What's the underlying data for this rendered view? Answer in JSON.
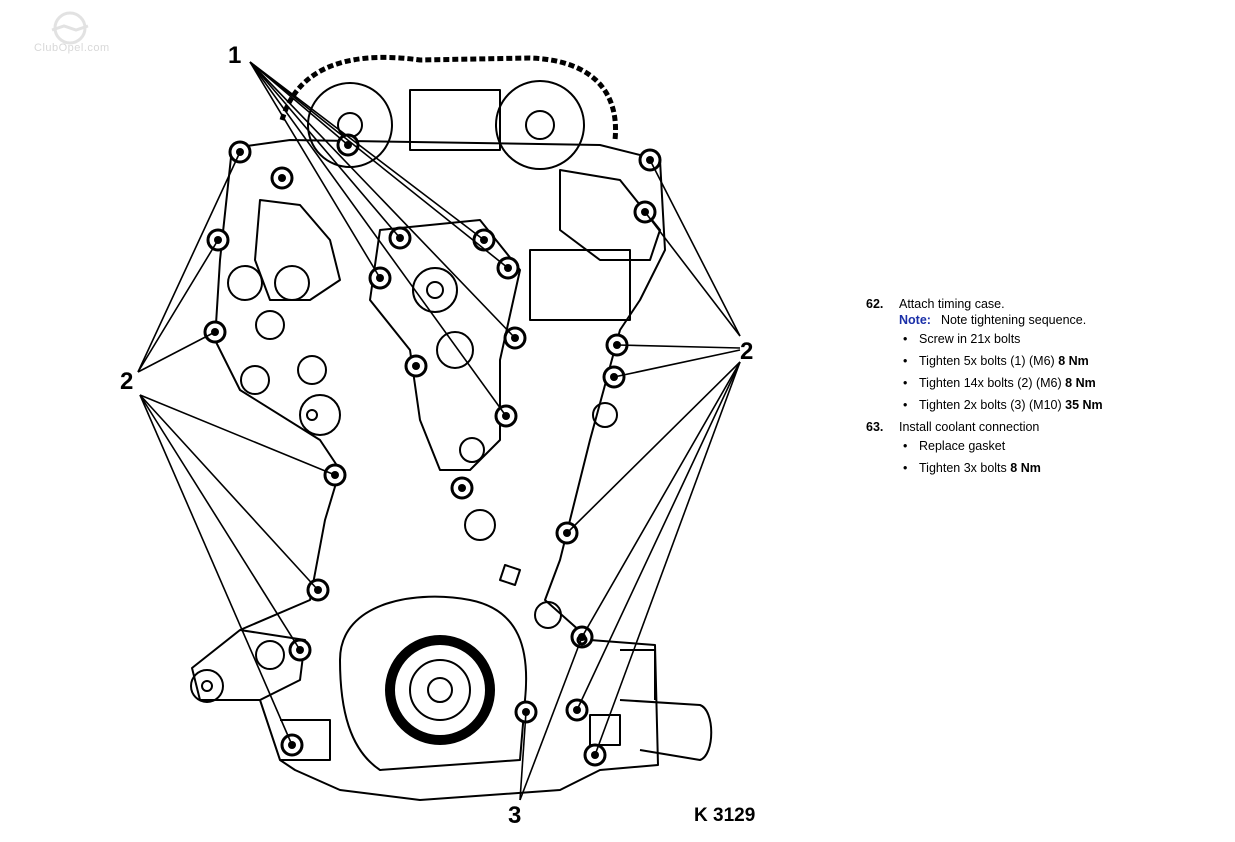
{
  "watermark": {
    "text": "ClubOpel.com"
  },
  "figure": {
    "code": "K 3129",
    "callouts": {
      "one": "1",
      "two": "2",
      "three": "3"
    }
  },
  "instructions": {
    "step62": {
      "number": "62.",
      "title": "Attach timing case.",
      "note_label": "Note:",
      "note_text": "Note tightening sequence.",
      "bullets": [
        {
          "text": "Screw in 21x bolts",
          "value": ""
        },
        {
          "text": "Tighten 5x bolts (1) (M6)",
          "value": "8 Nm"
        },
        {
          "text": "Tighten 14x bolts (2) (M6)",
          "value": "8 Nm"
        },
        {
          "text": "Tighten 2x bolts (3) (M10)",
          "value": "35 Nm"
        }
      ]
    },
    "step63": {
      "number": "63.",
      "title": "Install coolant connection",
      "bullets": [
        {
          "text": "Replace gasket",
          "value": ""
        },
        {
          "text": "Tighten 3x bolts",
          "value": "8 Nm"
        }
      ]
    },
    "bullet_char": "•",
    "note_color": "#1a2fa8"
  }
}
